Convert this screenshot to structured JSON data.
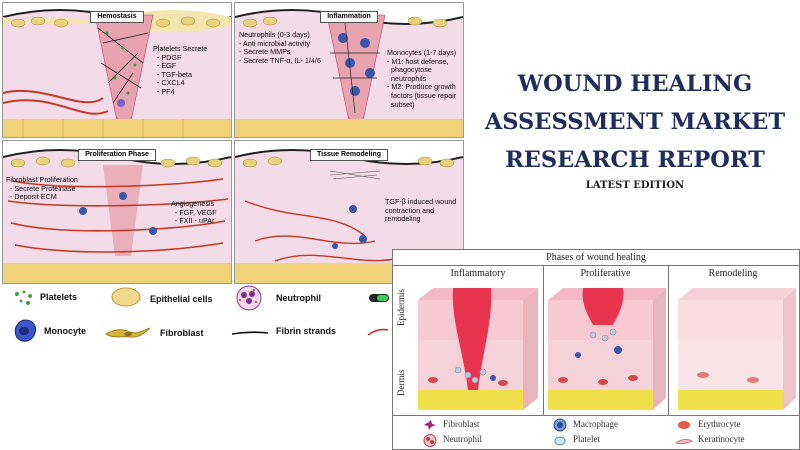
{
  "panels": {
    "hemostasis": {
      "title": "Hemostasis",
      "text": "Platelets Secrete\n  - PDGF\n  - EGF\n  - TGF-beta\n  - CXCL4\n  - PF4"
    },
    "inflammation": {
      "title": "Inflammation",
      "text_left": "Neutrophils (0-3 days)\n- Anti microbial activity\n- Secrete MMPs\n- Secrete TNF-α, IL- 1/4/6",
      "text_right": "Monocytes (1-7 days)\n- M1: host defense,\n  phagocytose\n  neutrophils\n- M2: Produce growth\n  factors (tissue repair\n  subset)"
    },
    "proliferation": {
      "title": "Proliferation Phase",
      "text_left": "Fibroblast Proliferation\n  - Secrete Proteinase\n  - Deposit ECM",
      "text_right": "Angiogenesis\n  - FGF, VEGF\n  - FXII - uPAr"
    },
    "remodeling": {
      "title": "Tissue Remodeling",
      "text": "TGF-β induced wound\ncontraction and\nremodeling"
    }
  },
  "legend": {
    "platelets": "Platelets",
    "epithelial": "Epithelial cells",
    "neutrophil": "Neutrophil",
    "monocyte": "Monocyte",
    "fibroblast": "Fibroblast",
    "fibrin": "Fibrin strands"
  },
  "report": {
    "title_line1": "WOUND HEALING",
    "title_line2": "ASSESSMENT MARKET",
    "title_line3": "RESEARCH REPORT",
    "subtitle": "LATEST EDITION"
  },
  "right_figure": {
    "title": "Phases of wound healing",
    "columns": [
      "Inflammatory",
      "Proliferative",
      "Remodeling"
    ],
    "side_labels": [
      "Epidermis",
      "Dermis"
    ],
    "legend": [
      "Fibroblast",
      "Macrophage",
      "Erythrocyte",
      "Neutrophil",
      "Platelet",
      "Keratinocyte"
    ]
  },
  "colors": {
    "title_navy": "#1f2d5c",
    "tissue_pink": "#f3dbe7",
    "wound_red": "#e8a3b0",
    "epithelial_yellow": "#f0d27a",
    "vessel_red": "#c0392b"
  }
}
